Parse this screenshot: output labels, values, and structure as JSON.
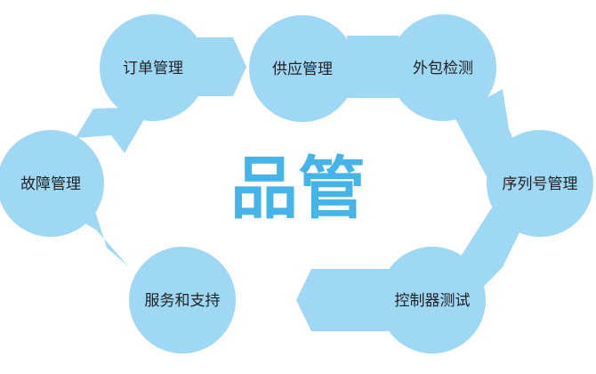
{
  "title": "品管",
  "colors": {
    "fill": "#9fd8f5",
    "title": "#45b4e8"
  },
  "steps": [
    "订单管理",
    "供应管理",
    "外包检测",
    "序列号管理",
    "控制器测试",
    "服务和支持",
    "故障管理"
  ]
}
